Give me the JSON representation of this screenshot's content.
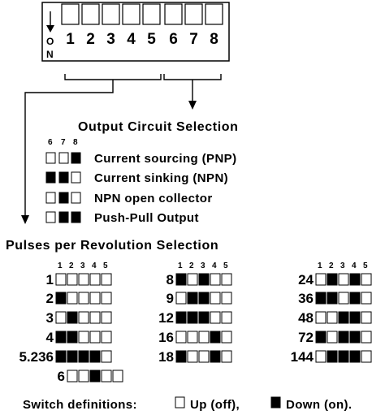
{
  "dip_switch": {
    "on_label": [
      "O",
      "N"
    ],
    "positions": [
      "1",
      "2",
      "3",
      "4",
      "5",
      "6",
      "7",
      "8"
    ]
  },
  "output_section": {
    "title": "Output Circuit Selection",
    "columns": [
      "6",
      "7",
      "8"
    ],
    "rows": [
      {
        "label": "Current sourcing (PNP)",
        "switches": [
          0,
          0,
          1
        ]
      },
      {
        "label": "Current sinking (NPN)",
        "switches": [
          1,
          1,
          0
        ]
      },
      {
        "label": "NPN open collector",
        "switches": [
          0,
          1,
          0
        ]
      },
      {
        "label": "Push-Pull Output",
        "switches": [
          0,
          1,
          1
        ]
      }
    ]
  },
  "ppr_section": {
    "title": "Pulses per Revolution Selection",
    "columns": [
      "1",
      "2",
      "3",
      "4",
      "5"
    ],
    "groups": [
      {
        "rows": [
          {
            "value": "1",
            "switches": [
              0,
              0,
              0,
              0,
              0
            ]
          },
          {
            "value": "2",
            "switches": [
              1,
              0,
              0,
              0,
              0
            ]
          },
          {
            "value": "3",
            "switches": [
              0,
              1,
              0,
              0,
              0
            ]
          },
          {
            "value": "4",
            "switches": [
              1,
              1,
              0,
              0,
              0
            ]
          },
          {
            "value": "5.236",
            "switches": [
              1,
              1,
              1,
              1,
              0
            ]
          },
          {
            "value": "6",
            "switches": [
              0,
              0,
              1,
              0,
              0
            ]
          }
        ]
      },
      {
        "rows": [
          {
            "value": "8",
            "switches": [
              1,
              0,
              1,
              0,
              0
            ]
          },
          {
            "value": "9",
            "switches": [
              0,
              1,
              1,
              0,
              0
            ]
          },
          {
            "value": "12",
            "switches": [
              1,
              1,
              1,
              0,
              0
            ]
          },
          {
            "value": "16",
            "switches": [
              0,
              0,
              0,
              1,
              0
            ]
          },
          {
            "value": "18",
            "switches": [
              1,
              0,
              0,
              1,
              0
            ]
          }
        ]
      },
      {
        "rows": [
          {
            "value": "24",
            "switches": [
              0,
              1,
              0,
              1,
              0
            ]
          },
          {
            "value": "36",
            "switches": [
              1,
              1,
              0,
              1,
              0
            ]
          },
          {
            "value": "48",
            "switches": [
              0,
              0,
              1,
              1,
              0
            ]
          },
          {
            "value": "72",
            "switches": [
              1,
              0,
              1,
              1,
              0
            ]
          },
          {
            "value": "144",
            "switches": [
              0,
              1,
              1,
              1,
              0
            ]
          }
        ]
      }
    ]
  },
  "legend": {
    "prefix": "Switch definitions:",
    "up_text": "Up (off),",
    "down_text": "Down (on)."
  }
}
